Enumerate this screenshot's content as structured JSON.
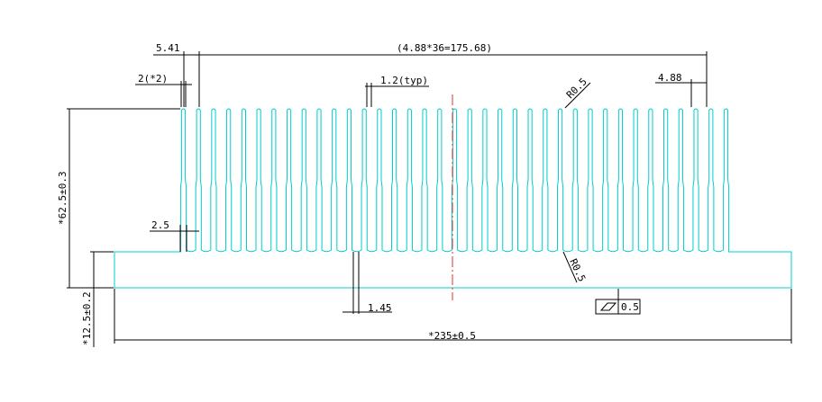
{
  "colors": {
    "background": "#ffffff",
    "profile": "#00cccc",
    "dimension": "#000000",
    "centerline": "#e03030"
  },
  "fin_count": 37,
  "dimensions": {
    "fin_span": "(4.88*36=175.68)",
    "edge_offset": "5.41",
    "pitch": "4.88",
    "fin_tip": "2(*2)",
    "fin_thickness_typ": "1.2(typ)",
    "fin_root": "2.5",
    "gap": "1.45",
    "total_height": "*62.5±0.3",
    "base_height": "*12.5±0.2",
    "total_width": "*235±0.5",
    "radius_top": "R0.5",
    "radius_bottom": "R0.5",
    "flatness": "0.5"
  }
}
